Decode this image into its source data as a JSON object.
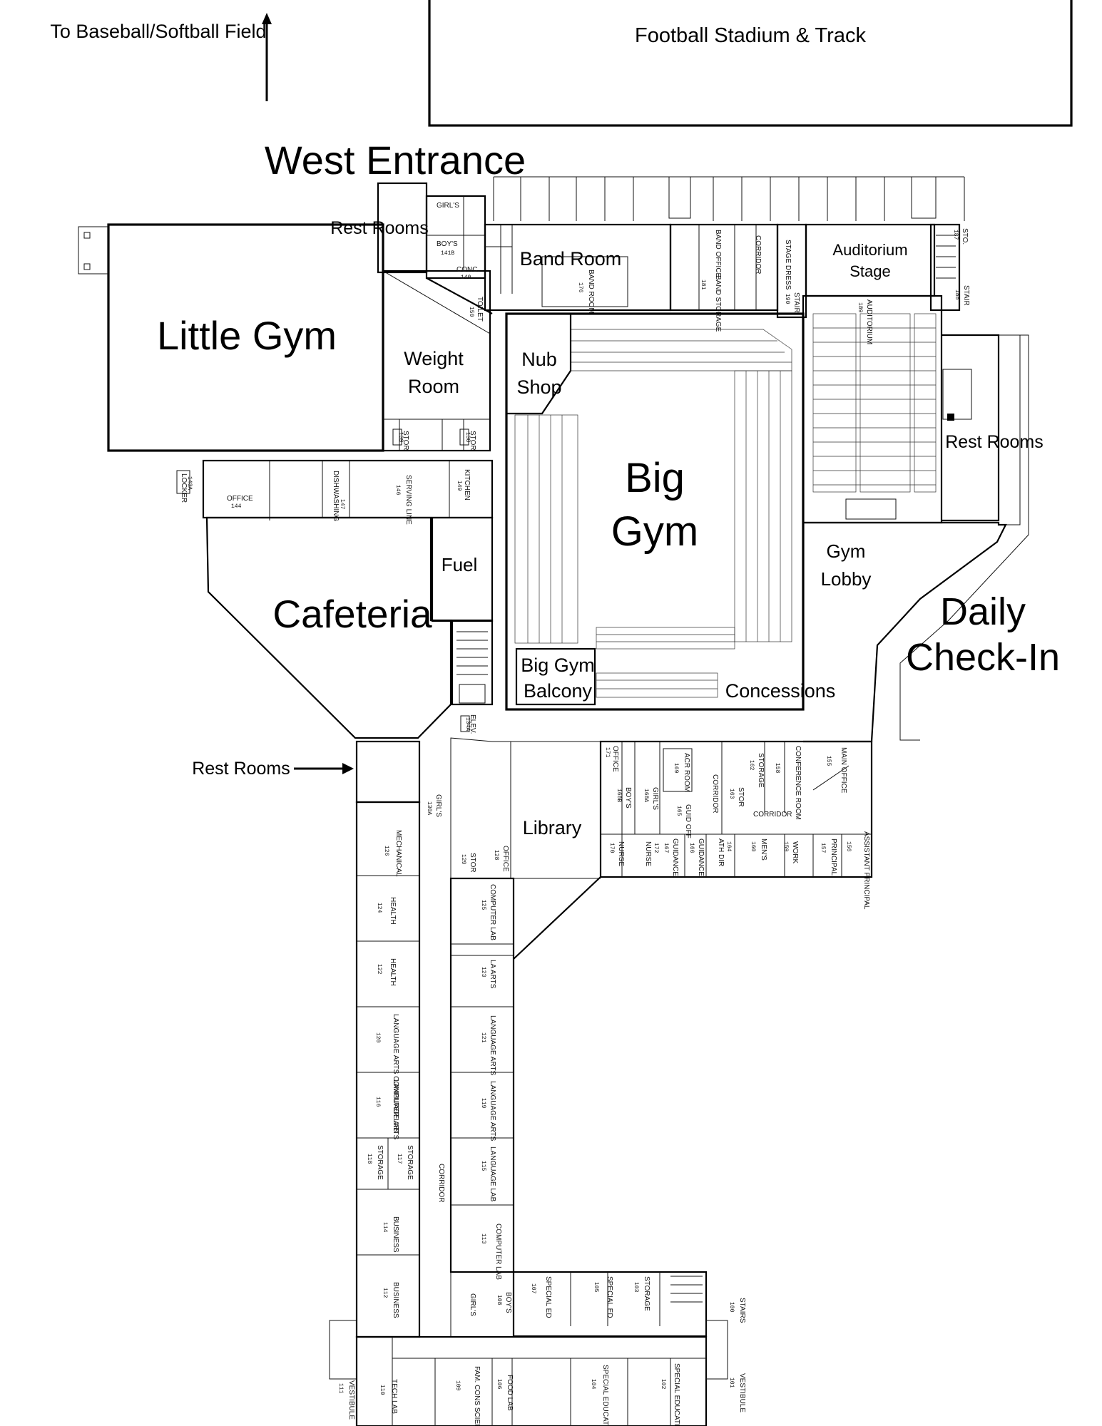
{
  "map": {
    "top_labels": {
      "fields": "To Baseball/Softball Field",
      "stadium": "Football Stadium & Track"
    },
    "callouts": {
      "west_entrance": "West Entrance",
      "little_gym": "Little Gym",
      "big_gym_line1": "Big",
      "big_gym_line2": "Gym",
      "cafeteria": "Cafeteria",
      "daily_checkin_line1": "Daily",
      "daily_checkin_line2": "Check-In"
    },
    "areas": {
      "rest_rooms_west": "Rest Rooms",
      "rest_rooms_east": "Rest Rooms",
      "rest_rooms_south": "Rest Rooms",
      "band_room": "Band Room",
      "auditorium_stage_line1": "Auditorium",
      "auditorium_stage_line2": "Stage",
      "weight_room_line1": "Weight",
      "weight_room_line2": "Room",
      "nub_shop_line1": "Nub",
      "nub_shop_line2": "Shop",
      "fuel": "Fuel",
      "gym_lobby_line1": "Gym",
      "gym_lobby_line2": "Lobby",
      "balcony_line1": "Big Gym",
      "balcony_line2": "Balcony",
      "concessions": "Concessions",
      "library": "Library"
    },
    "rooms": {
      "office_144": "OFFICE",
      "n_144": "144",
      "dishwashing": "DISHWASHING",
      "n_147": "147",
      "serving_line": "SERVING LINE",
      "n_146": "146",
      "kitchen": "KITCHEN",
      "n_149": "149",
      "locker": "LOCKER",
      "n_143a": "143A",
      "stor_139": "STOR",
      "n_139": "139",
      "stor_138": "STOR",
      "n_138": "138",
      "girls_141": "GIRL'S",
      "boys_141b": "BOY'S",
      "n_141b": "141B",
      "conc": "CONC.",
      "n_140": "140",
      "toilet": "TOILET",
      "n_150": "150",
      "band_room_176": "BAND ROOM",
      "n_176": "176",
      "band_office": "BAND OFFICE",
      "band_storage": "BAND STORAGE",
      "n_181": "181",
      "corridor_top": "CORRIDOR",
      "stage_dress": "STAGE DRESS",
      "stair_190": "STAIR",
      "n_190": "190",
      "auditorium": "AUDITORIUM",
      "n_189": "189",
      "sto_187": "STO.",
      "n_187": "187",
      "stair_188": "STAIR",
      "n_188": "188",
      "elev": "ELEV.",
      "n_134a": "134A",
      "girls_130a": "GIRL'S",
      "n_130a": "130A",
      "mechanical": "MECHANICAL",
      "n_126": "126",
      "stor_129": "STOR",
      "n_129": "129",
      "office_128": "OFFICE",
      "n_128": "128",
      "computer_lab_125": "COMPUTER LAB",
      "n_125": "125",
      "health_124": "HEALTH",
      "n_124": "124",
      "la_arts_123": "LA ARTS",
      "n_123": "123",
      "health_122": "HEALTH",
      "n_122": "122",
      "language_arts_121": "LANGUAGE ARTS",
      "n_121": "121",
      "la_computer_lab": "LANGUAGE ARTS COMPUTER LAB",
      "n_120": "120",
      "language_arts_119": "LANGUAGE ARTS",
      "n_119": "119",
      "language_arts_116": "LANGUAGE ARTS",
      "n_116": "116",
      "language_lab": "LANGUAGE LAB",
      "n_115": "115",
      "storage_118": "STORAGE",
      "n_118": "118",
      "storage_117": "STORAGE",
      "n_117": "117",
      "corridor_v": "CORRIDOR",
      "business_114": "BUSINESS",
      "n_114": "114",
      "computer_lab_113": "COMPUTER LAB",
      "n_113": "113",
      "business_112": "BUSINESS",
      "n_112": "112",
      "girls_s": "GIRL'S",
      "boys_s": "BOY'S",
      "n_108": "108",
      "special_ed_107": "SPECIAL ED",
      "n_107": "107",
      "special_ed_105": "SPECIAL ED",
      "n_105": "105",
      "storage_103": "STORAGE",
      "n_103": "103",
      "stairs_100": "STAIRS",
      "n_100": "100",
      "vestibule_111": "VESTIBULE",
      "n_111": "111",
      "tech_lab": "TECH LAB",
      "n_110": "110",
      "fam_cons": "FAM. CONS SCIENCE",
      "n_109": "109",
      "food_lab": "FOOD LAB",
      "n_106": "106",
      "special_ed_104": "SPECIAL EDUCATION",
      "n_104": "104",
      "special_ed_102": "SPECIAL EDUCATION",
      "n_102": "102",
      "vestibule_101": "VESTIBULE",
      "n_101": "101",
      "office_171": "OFFICE",
      "n_171": "171",
      "boys_168b": "BOY'S",
      "n_168b": "168B",
      "girls_168a": "GIRL'S",
      "n_168a": "168A",
      "acr_room": "ACR ROOM",
      "n_169": "169",
      "corridor_office": "CORRIDOR",
      "storage_162": "STORAGE",
      "n_162": "162",
      "conference_room": "CONFERENCE ROOM",
      "n_158": "158",
      "main_office": "MAIN OFFICE",
      "n_155": "155",
      "stor_163": "STOR",
      "n_163": "163",
      "guid_off": "GUID OFF",
      "n_165": "165",
      "corridor_153": "CORRIDOR",
      "nurse_170": "NURSE",
      "n_170": "170",
      "nurse_172": "NURSE",
      "n_172": "172",
      "guidance_167": "GUIDANCE",
      "n_167": "167",
      "guidance_166": "GUIDANCE",
      "n_166": "166",
      "ath_dir": "ATH DIR",
      "n_164": "164",
      "mens": "MEN'S",
      "n_160": "160",
      "work": "WORK",
      "n_159": "159",
      "principal": "PRINCIPAL",
      "n_157": "157",
      "asst_principal": "ASSISTANT PRINCIPAL",
      "n_156": "156"
    }
  }
}
